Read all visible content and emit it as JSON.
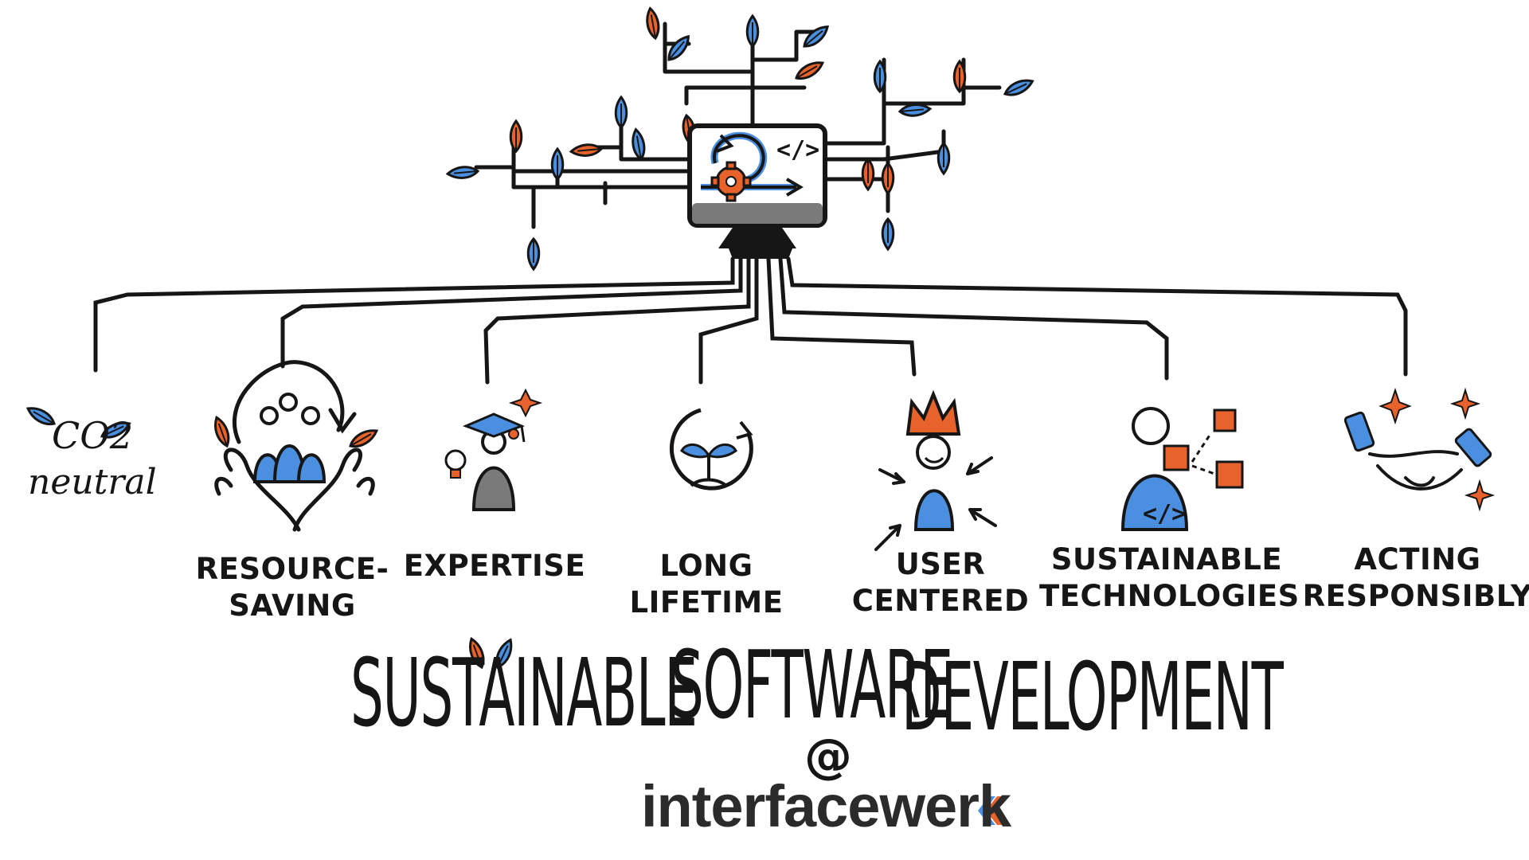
{
  "pillars": [
    {
      "id": "co2",
      "line1": "CO2",
      "line2": "neutral"
    },
    {
      "id": "resource-saving",
      "line1": "RESOURCE-",
      "line2": "SAVING"
    },
    {
      "id": "expertise",
      "line1": "EXPERTISE",
      "line2": ""
    },
    {
      "id": "long-lifetime",
      "line1": "LONG",
      "line2": "LIFETIME"
    },
    {
      "id": "user-centered",
      "line1": "USER",
      "line2": "CENTERED"
    },
    {
      "id": "sustainable-technologies",
      "line1": "SUSTAINABLE",
      "line2": "TECHNOLOGIES"
    },
    {
      "id": "acting-responsibly",
      "line1": "ACTING",
      "line2": "RESPONSIBLY"
    }
  ],
  "title": {
    "word1": "SUSTAINABLE",
    "word2": "SOFTWARE",
    "word3": "DEVELOPMENT",
    "at": "@"
  },
  "brand": {
    "name": "interfacewerk",
    "mark": "‹"
  },
  "monitor": {
    "code_symbol": "</>"
  },
  "colors": {
    "ink": "#161616",
    "blue": "#4a8fe0",
    "orange": "#e8622c",
    "gray": "#7a7a7a"
  },
  "icons": [
    "tree-icon",
    "monitor-icon",
    "gear-icon",
    "cycle-arrow-icon",
    "code-icon",
    "leaf-icon",
    "hands-icon",
    "graduate-icon",
    "lightbulb-icon",
    "sprout-icon",
    "crown-icon",
    "person-icon",
    "cube-icon",
    "handshake-icon",
    "sparkle-icon"
  ]
}
